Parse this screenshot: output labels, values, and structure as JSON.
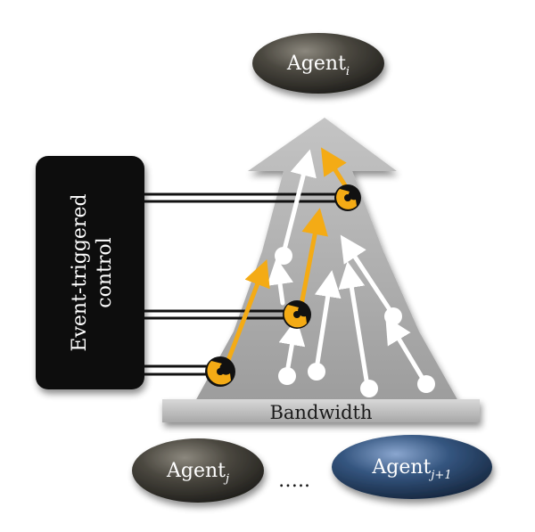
{
  "agents": {
    "top": {
      "name": "Agent",
      "sub": "i"
    },
    "left": {
      "name": "Agent",
      "sub": "j"
    },
    "right": {
      "name": "Agent",
      "sub": "j+1"
    }
  },
  "ellipsis": "…..",
  "bandwidth_label": "Bandwidth",
  "control_box": {
    "line1": "Event-triggered",
    "line2": "control"
  },
  "colors": {
    "agent_dark": "#3c3a34",
    "agent_blue": "#2f4f7a",
    "control_box": "#0b0b0b",
    "bandwidth_arrow": "#a6a6a6",
    "orange_arrow": "#f4ab15",
    "white_arrow": "#ffffff"
  },
  "icons": [
    "wrench-icon",
    "wrench-icon",
    "wrench-icon"
  ]
}
